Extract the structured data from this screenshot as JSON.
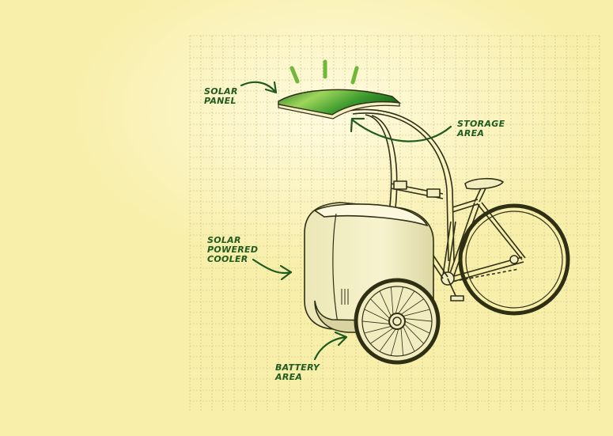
{
  "colors": {
    "background": "#f8efaa",
    "glow": "#fffbe0",
    "grid": "#c9c28a",
    "line": "#2f2f14",
    "label": "#1f5a1f",
    "panel_dark": "#1f6b1f",
    "panel_light": "#8bc84a",
    "sun_rays": "#6fb83a",
    "cooler_body": "#f4efc2",
    "cooler_shadow": "#d8d3a0",
    "wheel_fill": "#f2edc0"
  },
  "labels": {
    "solar_panel": [
      "SOLAR",
      "PANEL"
    ],
    "storage_area": [
      "STORAGE",
      "AREA"
    ],
    "solar_powered_cooler": [
      "SOLAR",
      "POWERED",
      "COOLER"
    ],
    "battery_area": [
      "BATTERY",
      "AREA"
    ]
  },
  "icons": {
    "arrow": "curved-arrow-icon",
    "sun": "sun-rays-icon",
    "wheel": "wheel-icon"
  }
}
